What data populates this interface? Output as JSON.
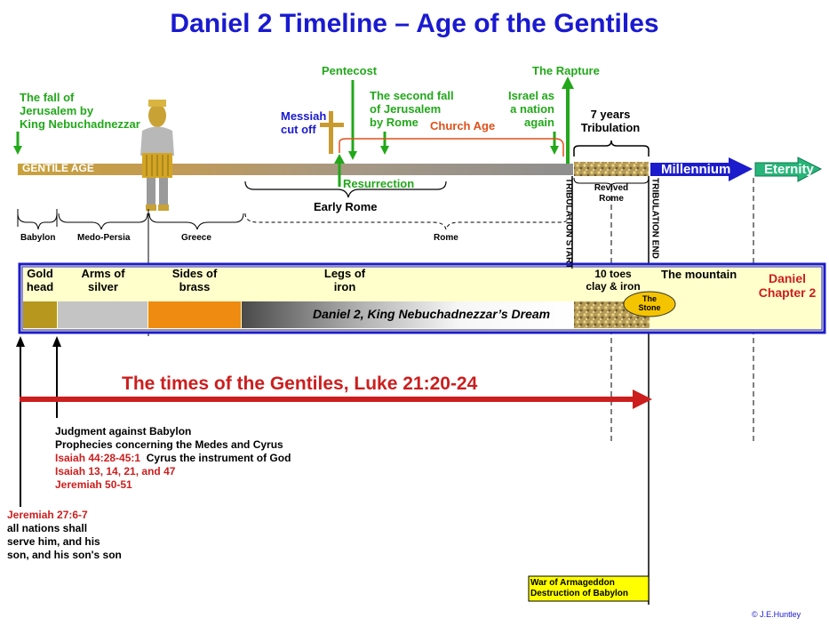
{
  "title": "Daniel 2 Timeline – Age of the Gentiles",
  "timeline": {
    "fall_jerusalem": [
      "The fall of",
      "Jerusalem by",
      "King Nebuchadnezzar"
    ],
    "pentecost": "Pentecost",
    "messiah": [
      "Messiah",
      "cut off"
    ],
    "second_fall": [
      "The second fall",
      "of Jerusalem",
      "by Rome"
    ],
    "church_age": "Church Age",
    "rapture": "The Rapture",
    "israel_nation": [
      "Israel as",
      "a nation",
      "again"
    ],
    "tribulation": [
      "7 years",
      "Tribulation"
    ],
    "gentile_age": "GENTILE AGE",
    "millennium": "Millennium",
    "eternity": "Eternity",
    "resurrection": "Resurrection",
    "early_rome": "Early Rome",
    "revived_rome": [
      "Revived",
      "Rome"
    ],
    "tribulation_start": "TRIBULATION START",
    "tribulation_end": "TRIBULATION END"
  },
  "empires": [
    "Babylon",
    "Medo-Persia",
    "Greece",
    "Rome"
  ],
  "statue_box": {
    "parts": [
      {
        "label": [
          "Gold",
          "head"
        ],
        "color": "#b8971f"
      },
      {
        "label": [
          "Arms of",
          "silver"
        ],
        "color": "#c4c4c4"
      },
      {
        "label": [
          "Sides of",
          "brass"
        ],
        "color": "#ee8b10"
      },
      {
        "label": [
          "Legs of",
          "iron"
        ],
        "color": "#707070"
      }
    ],
    "toes": [
      "10 toes",
      "clay & iron"
    ],
    "mountain": "The mountain",
    "stone": [
      "The",
      "Stone"
    ],
    "daniel": [
      "Daniel",
      "Chapter 2"
    ],
    "dream": "Daniel  2, King Nebuchadnezzar’s Dream"
  },
  "times": "The times of the Gentiles, Luke 21:20-24",
  "babylon_notes": {
    "judgment": "Judgment against Babylon",
    "prophecies": "Prophecies concerning the Medes and Cyrus",
    "isaiah44": "Isaiah 44:28-45:1",
    "cyrus": "Cyrus the instrument of God",
    "isaiah13": "Isaiah 13, 14, 21, and 47",
    "jeremiah50": "Jeremiah 50-51"
  },
  "jeremiah_note": {
    "ref": "Jeremiah 27:6-7",
    "lines": [
      "all nations shall",
      "serve him, and his",
      "son, and his son's son"
    ]
  },
  "armageddon": [
    "War of Armageddon",
    "Destruction of Babylon"
  ],
  "copyright": "©  J.E.Huntley",
  "colors": {
    "title": "#1a1ad0",
    "green": "#22a81a",
    "red": "#cc1e1e",
    "church": "#e0501a",
    "blue_border": "#1c1ccc",
    "yellow_box": "#ffffcc",
    "millennium": "#1c1ccc",
    "eternity": "#27b57a"
  }
}
